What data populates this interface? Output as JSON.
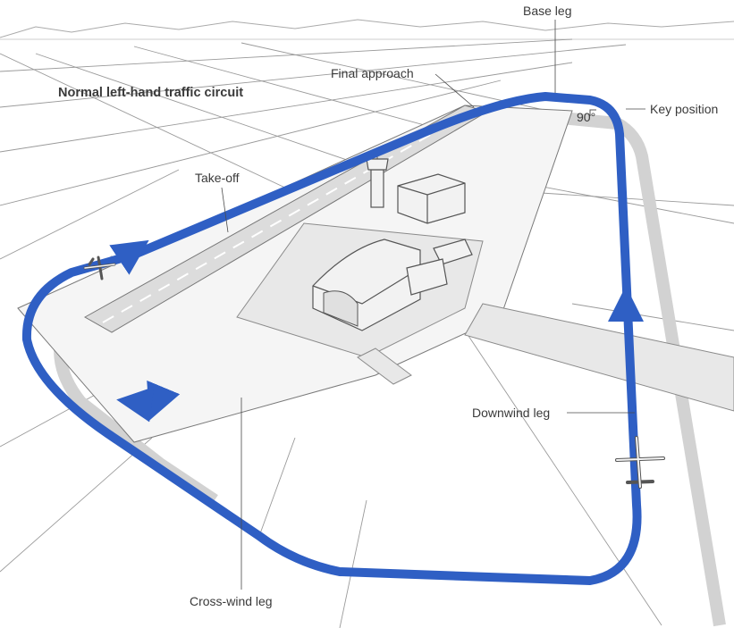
{
  "diagram": {
    "title": "Normal left-hand traffic circuit",
    "labels": {
      "base_leg": "Base leg",
      "final_approach": "Final approach",
      "key_position": "Key position",
      "angle": "90°",
      "take_off": "Take-off",
      "downwind_leg": "Downwind leg",
      "cross_wind_leg": "Cross-wind leg"
    },
    "colors": {
      "circuit": "#2f5fc4",
      "shadow": "#d2d2d2",
      "apron": "#e8e8e8",
      "runway": "#dcdcdc",
      "building": "#f2f2f2",
      "outline": "#555555"
    },
    "elements": [
      "control-tower",
      "hangar",
      "terminal-building",
      "runway",
      "aircraft",
      "aircraft"
    ]
  }
}
